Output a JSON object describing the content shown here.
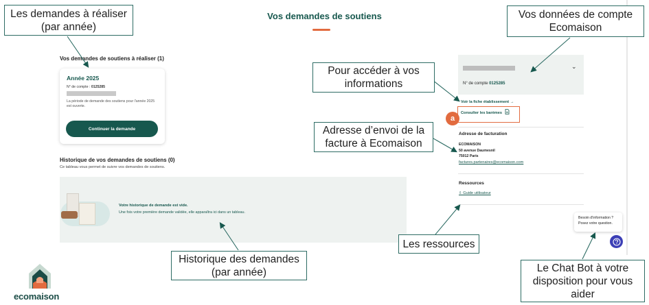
{
  "page": {
    "title": "Vos demandes de soutiens"
  },
  "todo": {
    "heading": "Vos demandes de soutiens à réaliser (1)",
    "card": {
      "year_title": "Année 2025",
      "account_label": "N° de compte : ",
      "account_number": "0125285",
      "description": "La période de demande des soutiens pour l'année 2025 est ouverte.",
      "button_label": "Continuer la demande"
    }
  },
  "history": {
    "heading": "Historique de vos demandes de soutiens (0)",
    "subtitle": "Ce tableau vous permet de suivre vos demandes de soutiens.",
    "empty_title": "Votre historique de demande est vide.",
    "empty_desc": "Une fois votre première demande validée, elle apparaîtra ici dans un tableau."
  },
  "account_panel": {
    "account_label": "N° de compte ",
    "account_number": "0125285",
    "link_establishment": "Voir la fiche établissement →",
    "link_scales": "Consulter les barèmes",
    "badge": "a"
  },
  "billing": {
    "title": "Adresse de facturation",
    "name": "ECOMAISON",
    "street": "50 avenue Daumesnil",
    "city": "75012 Paris",
    "email": "factures.partenaires@ecomaison.com"
  },
  "resources": {
    "title": "Ressources",
    "guide": "⇩ Guide utilisateur"
  },
  "chatbot": {
    "line1": "Besoin d'information ?",
    "line2": "Posez votre question."
  },
  "logo": {
    "text": "ecomaison"
  },
  "callouts": {
    "todo_by_year": "Les demandes à réaliser (par année)",
    "account_data": "Vos données de compte Ecomaison",
    "access_info": "Pour accéder à vos informations",
    "billing_address": "Adresse d’envoi de la facture à Ecomaison",
    "resources": "Les ressources",
    "history_by_year": "Historique des demandes (par année)",
    "chatbot": "Le Chat Bot à votre disposition pour vous aider"
  },
  "colors": {
    "brand_green": "#17584e",
    "accent_orange": "#e26b3f",
    "panel_bg": "#eef2f0",
    "chat_blue": "#3c3fb6"
  }
}
